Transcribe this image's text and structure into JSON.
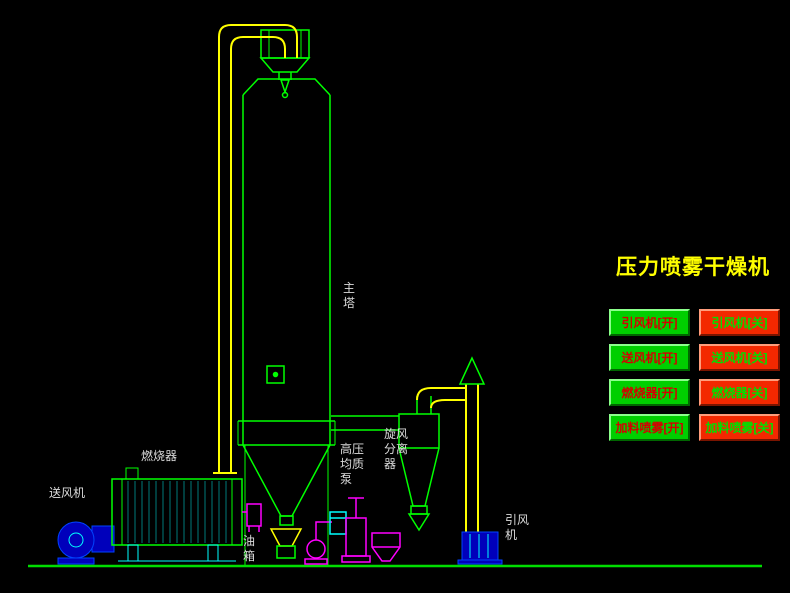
{
  "title": "压力喷雾干燥机",
  "colors": {
    "background": "#000000",
    "line_green": "#00ff00",
    "pipe_yellow": "#ffff00",
    "accent_cyan": "#00ffff",
    "pump_magenta": "#ff00ff",
    "fan_blue": "#0000bb",
    "title_yellow": "#ffff00",
    "button_on_bg": "#00cf00",
    "button_on_text": "#d40000",
    "button_off_bg": "#f32800",
    "button_off_text": "#00e000",
    "label_text": "#dcdcdc"
  },
  "controls": {
    "on_labels": [
      "引风机[开]",
      "送风机[开]",
      "燃烧器[开]",
      "加料喷雾[开]"
    ],
    "off_labels": [
      "引风机[关]",
      "送风机[关]",
      "燃烧器[关]",
      "加料喷雾[关]"
    ]
  },
  "diagram": {
    "labels": {
      "main_tower": "主塔",
      "burner": "燃烧器",
      "supply_fan": "送风机",
      "induced_fan": "引风机",
      "oil_tank": "油箱",
      "cyclone": "旋风分离器",
      "homogenizer_pump": "高压均质泵"
    }
  }
}
